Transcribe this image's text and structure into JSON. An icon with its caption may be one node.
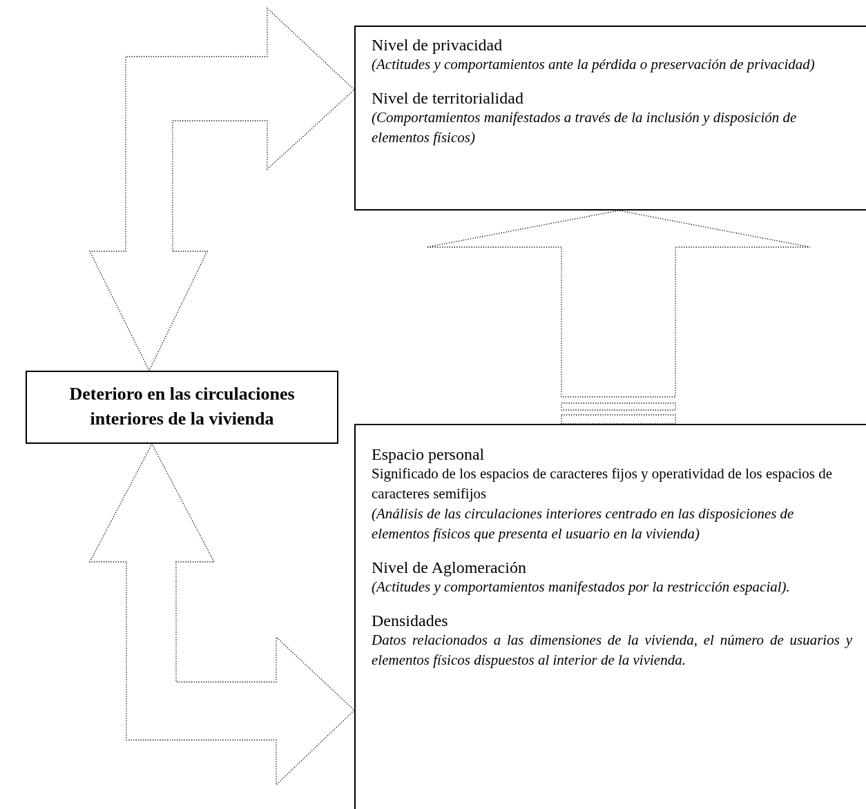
{
  "diagram": {
    "nodes": [
      {
        "text": [
          "Nivel de privacidad",
          "(Actitudes y comportamientos ante la pérdida o preservación de privacidad)",
          "Nivel de territorialidad",
          "(Comportamientos manifestados a través de la inclusión y disposición de elementos físicos)"
        ]
      },
      {
        "text": [
          "Deterioro en las circulaciones interiores de la vivienda"
        ]
      },
      {
        "text": [
          "Espacio personal",
          "Significado de los espacios de caracteres fijos y operatividad de los espacios de caracteres semifijos",
          "(Análisis de las circulaciones interiores centrado en las disposiciones de elementos físicos que presenta el usuario en la vivienda)",
          "Nivel de Aglomeración",
          "(Actitudes y comportamientos manifestados por la restricción espacial).",
          "Densidades",
          "Datos relacionados a las dimensiones de la vivienda, el número de usuarios y elementos físicos dispuestos al interior de la vivienda."
        ]
      }
    ],
    "edges": [
      {
        "from": 1,
        "to": 0,
        "arrow": "both"
      },
      {
        "from": 1,
        "to": 2,
        "arrow": "both"
      },
      {
        "from": 2,
        "to": 0,
        "arrow": "to"
      }
    ]
  }
}
